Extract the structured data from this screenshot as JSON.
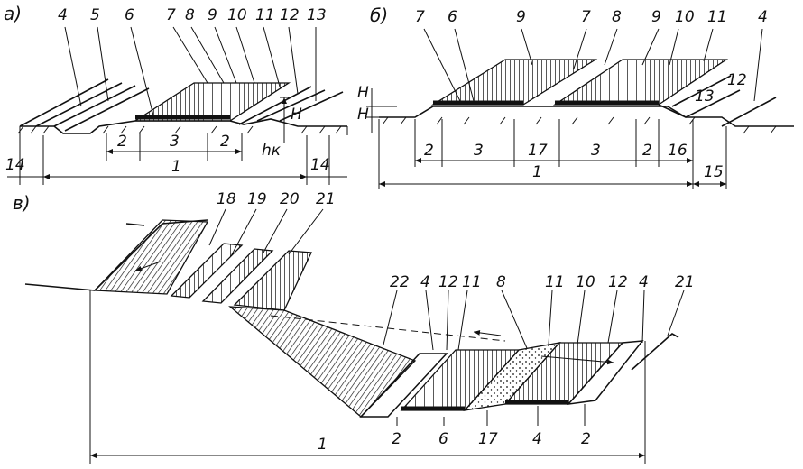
{
  "panels": {
    "a": {
      "letter": "а)",
      "labels": {
        "n4": "4",
        "n5": "5",
        "n6": "6",
        "n7": "7",
        "n8": "8",
        "n9": "9",
        "n10": "10",
        "n11": "11",
        "n12": "12",
        "n13": "13",
        "h": "H",
        "hk": "hк",
        "d2l": "2",
        "d3": "3",
        "d2r": "2",
        "d1": "1",
        "d14l": "14",
        "d14r": "14"
      }
    },
    "b": {
      "letter": "б)",
      "labels": {
        "n7a": "7",
        "n6": "6",
        "n9a": "9",
        "n7b": "7",
        "n8": "8",
        "n9b": "9",
        "n10": "10",
        "n11": "11",
        "n12": "12",
        "n13": "13",
        "n4": "4",
        "h1": "H",
        "h2": "H",
        "d2l": "2",
        "d3a": "3",
        "d17": "17",
        "d3b": "3",
        "d2r": "2",
        "d16": "16",
        "d1": "1",
        "d15": "15"
      }
    },
    "v": {
      "letter": "в)",
      "labels": {
        "n18": "18",
        "n19": "19",
        "n20": "20",
        "n21a": "21",
        "n22": "22",
        "n4a": "4",
        "n12a": "12",
        "n11a": "11",
        "n8": "8",
        "n11b": "11",
        "n10": "10",
        "n12b": "12",
        "n4b": "4",
        "n21b": "21",
        "b2a": "2",
        "b6": "6",
        "b17": "17",
        "b4": "4",
        "b2b": "2",
        "d1": "1"
      }
    }
  }
}
